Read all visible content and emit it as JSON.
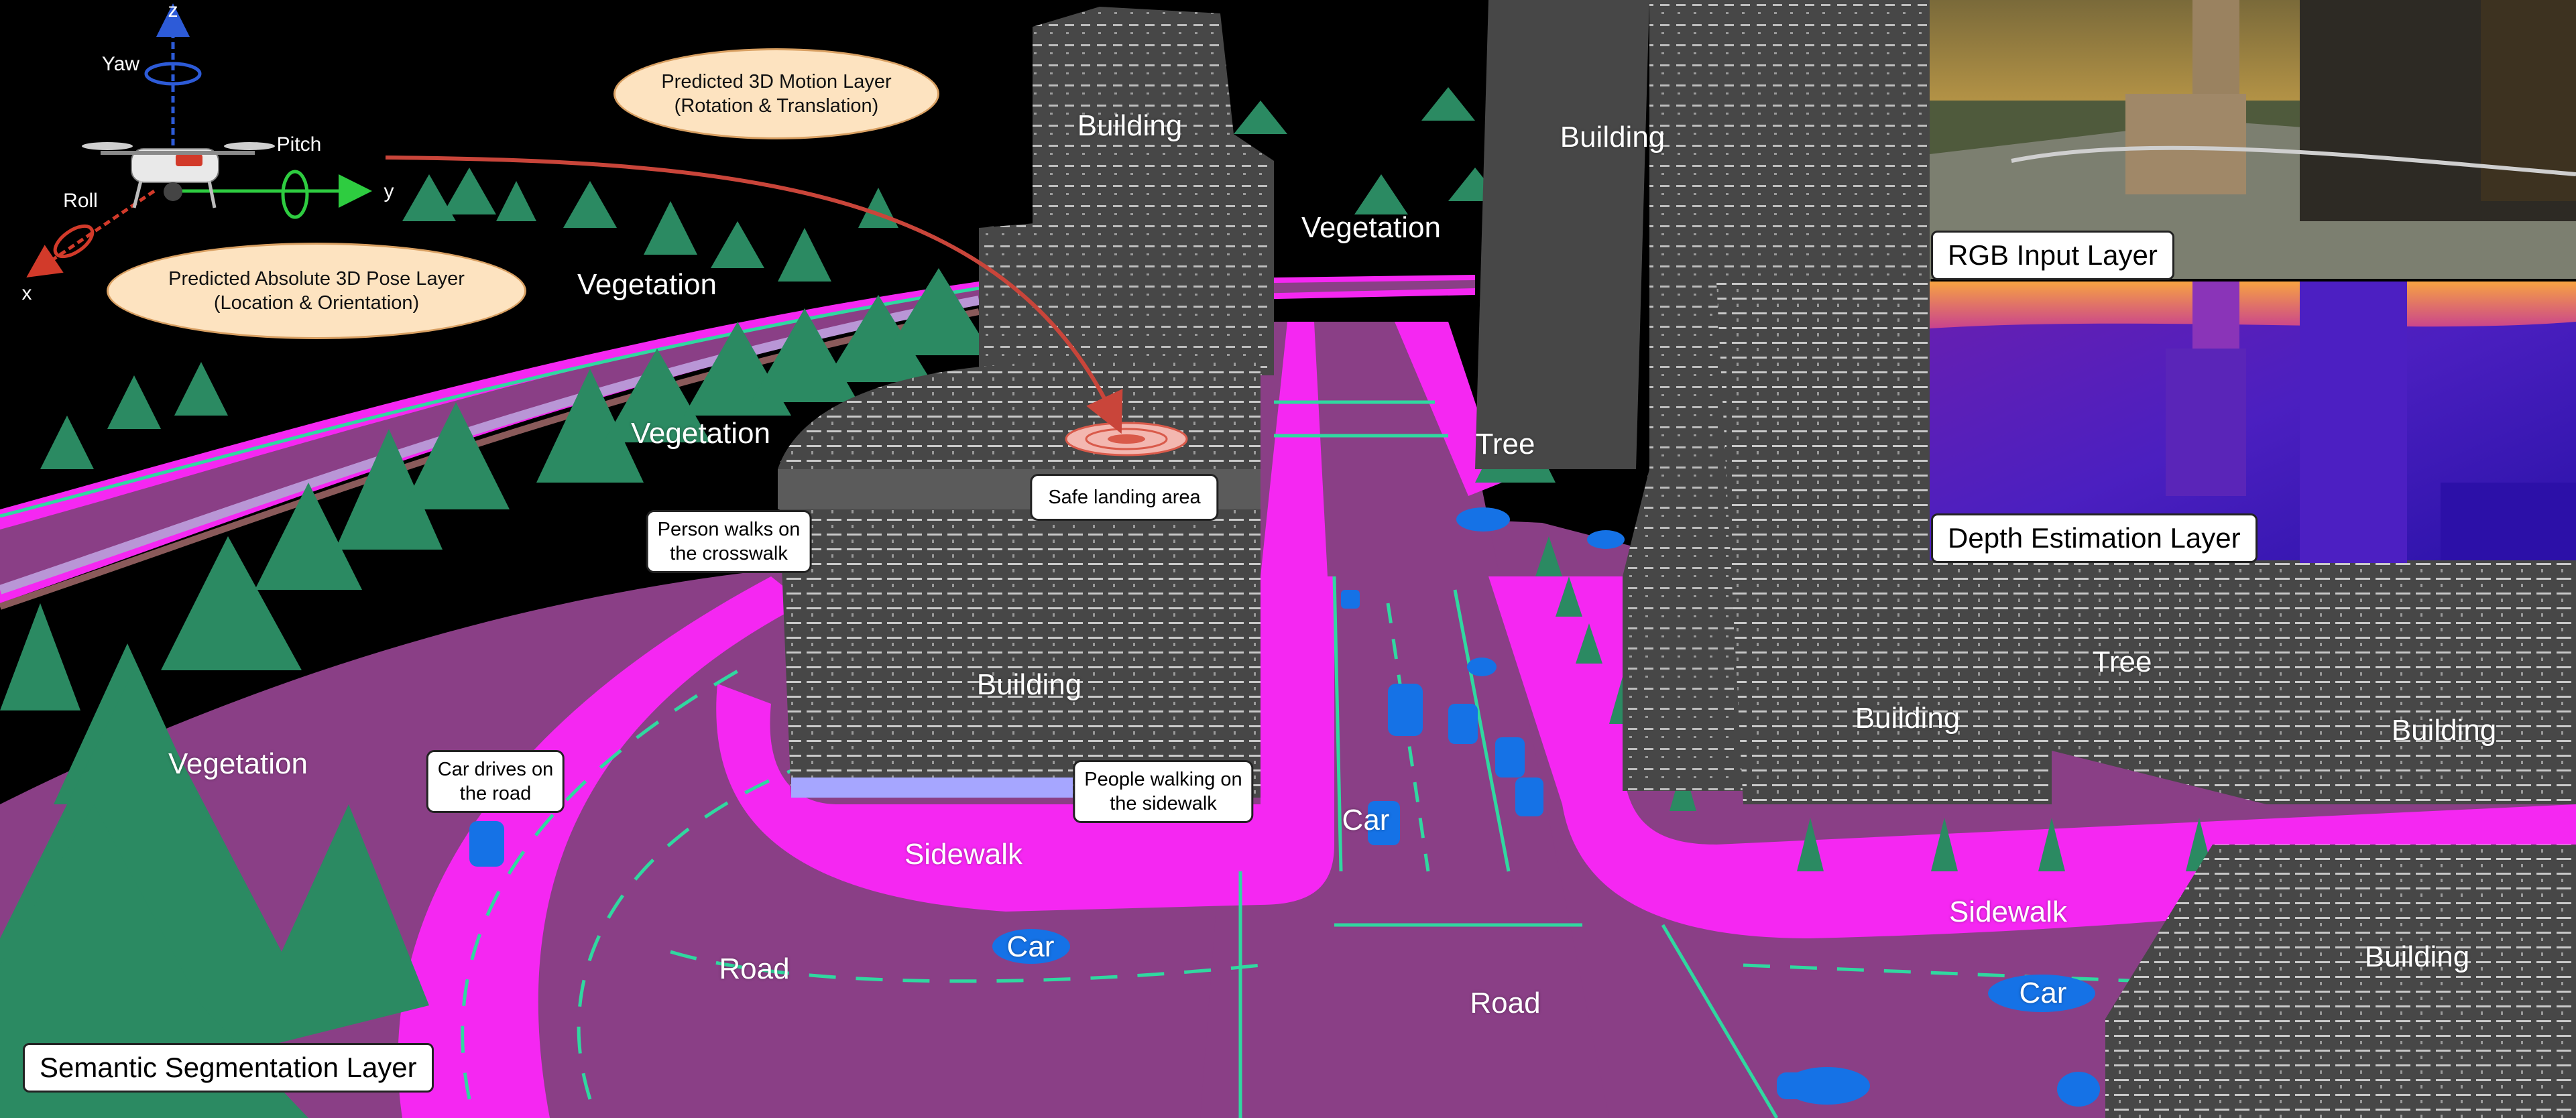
{
  "pose_layer": {
    "line1": "Predicted Absolute 3D Pose Layer",
    "line2": "(Location & Orientation)"
  },
  "motion_layer": {
    "line1": "Predicted 3D Motion Layer",
    "line2": "(Rotation & Translation)"
  },
  "drone_axes": {
    "z": "z",
    "y": "y",
    "x": "x",
    "yaw": "Yaw",
    "pitch": "Pitch",
    "roll": "Roll"
  },
  "layers": {
    "semantic": "Semantic Segmentation Layer",
    "rgb": "RGB Input Layer",
    "depth": "Depth Estimation Layer"
  },
  "callouts": {
    "safe_landing": "Safe landing area",
    "person_line1": "Person walks on",
    "person_line2": "the crosswalk",
    "car_line1": "Car drives on",
    "car_line2": "the road",
    "people_line1": "People walking on",
    "people_line2": "the sidewalk"
  },
  "segments": {
    "building": "Building",
    "vegetation": "Vegetation",
    "tree": "Tree",
    "sidewalk": "Sidewalk",
    "road": "Road",
    "car": "Car"
  },
  "colors": {
    "road": "#8a3f86",
    "sidewalk": "#f527f2",
    "vegetation": "#2b8a62",
    "building": "#474747",
    "car": "#1572e6",
    "lane": "#30d8a0",
    "accent_arrow": "#c9453a",
    "oval_fill": "#fde3c0"
  }
}
